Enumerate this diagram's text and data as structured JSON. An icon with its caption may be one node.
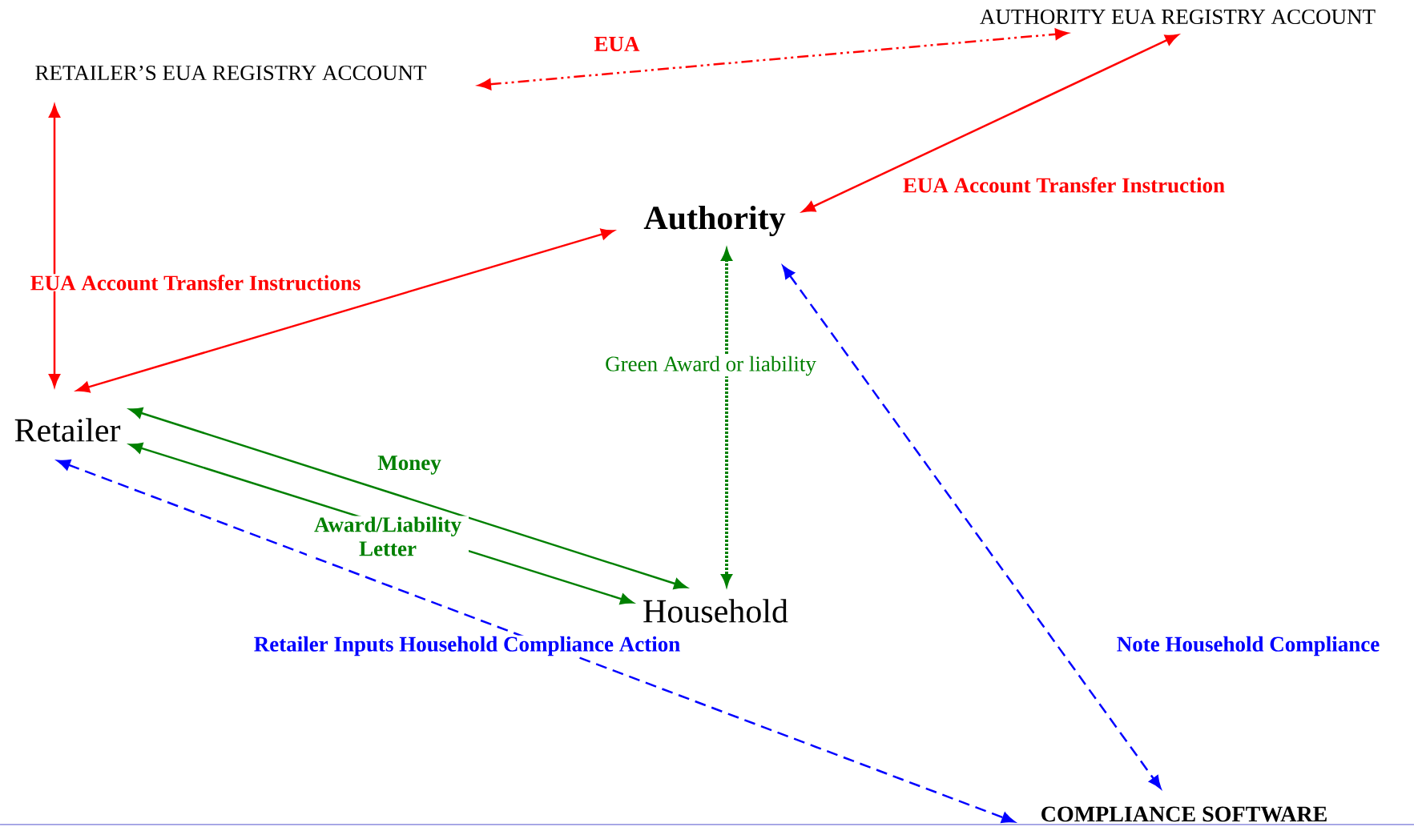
{
  "diagram": {
    "nodes": [
      {
        "text": [
          "RETAILER’S EUA REGISTRY ACCOUNT"
        ]
      },
      {
        "text": [
          "AUTHORITY EUA REGISTRY ACCOUNT"
        ]
      },
      {
        "text": [
          "Authority"
        ]
      },
      {
        "text": [
          "Retailer"
        ]
      },
      {
        "text": [
          "Household"
        ]
      },
      {
        "text": [
          "COMPLIANCE SOFTWARE"
        ]
      }
    ],
    "edges": [
      {
        "from": 0,
        "to": 1,
        "arrow": "both",
        "label": "EUA",
        "style": "dashed"
      },
      {
        "from": 0,
        "to": 3,
        "arrow": "both"
      },
      {
        "from": 1,
        "to": 2,
        "arrow": "both",
        "label": "EUA Account Transfer Instruction"
      },
      {
        "from": 3,
        "to": 2,
        "arrow": "both",
        "label": "EUA Account Transfer Instructions"
      },
      {
        "from": 3,
        "to": 4,
        "arrow": "both",
        "label": "Money",
        "color": "#008000"
      },
      {
        "from": 3,
        "to": 4,
        "arrow": "both",
        "label": "Award/Liability Letter",
        "color": "#008000"
      },
      {
        "from": 2,
        "to": 4,
        "arrow": "both",
        "label": "Green Award or liability",
        "color": "#008000",
        "style": "dashed"
      },
      {
        "from": 3,
        "to": 5,
        "arrow": "both",
        "label": "Retailer Inputs Household Compliance Action",
        "color": "#0000ff",
        "style": "dashed"
      },
      {
        "from": 2,
        "to": 5,
        "arrow": "both",
        "label": "Note Household Compliance",
        "color": "#0000ff",
        "style": "dashed"
      }
    ]
  }
}
